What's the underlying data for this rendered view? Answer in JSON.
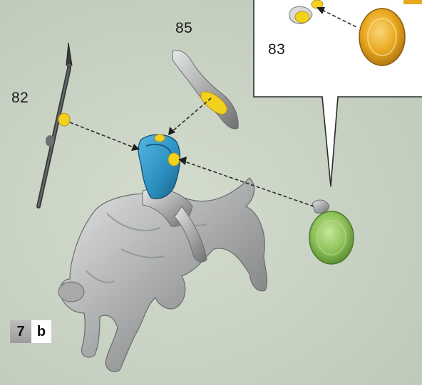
{
  "labels": {
    "part_82": "82",
    "part_85": "85",
    "part_83": "83"
  },
  "step": {
    "number": "7",
    "sub": "b"
  },
  "colors": {
    "background": "#c9d3c4",
    "rider_body": "#2a8fc0",
    "glue_point": "#f2d21c",
    "shield_green": "#8fc25a",
    "shield_orange": "#e8a81e",
    "metal": "#b7b9ba"
  }
}
